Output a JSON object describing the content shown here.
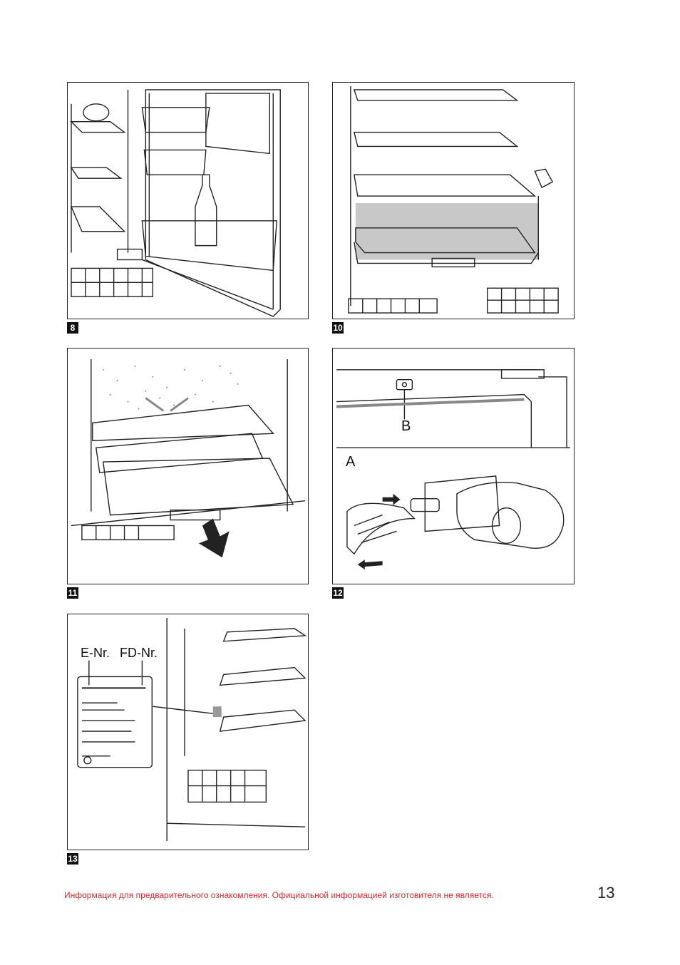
{
  "figures": [
    {
      "number": "8"
    },
    {
      "number": "10"
    },
    {
      "number": "11"
    },
    {
      "number": "12",
      "label_b": "B",
      "label_a": "A"
    },
    {
      "number": "13",
      "label_enr": "E-Nr.",
      "label_fdnr": "FD-Nr."
    }
  ],
  "footer": {
    "notice": "Информация для предварительного ознакомления. Официальной информацией изготовителя не является.",
    "page_number": "13"
  },
  "colors": {
    "footer_text": "#e3262b",
    "figure_border": "#222222",
    "shading": "#c8c8c8"
  }
}
